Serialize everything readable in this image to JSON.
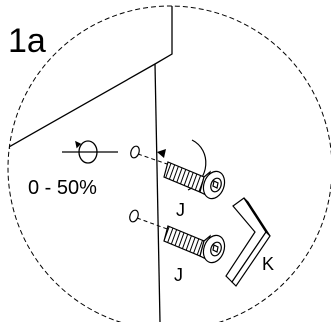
{
  "step": {
    "number": "1a"
  },
  "rotation": {
    "icon": "rotate-ccw-icon",
    "range_text": "0 - 50%"
  },
  "parts": {
    "screw_label_top": "J",
    "screw_label_bottom": "J",
    "hex_key_label": "K"
  }
}
